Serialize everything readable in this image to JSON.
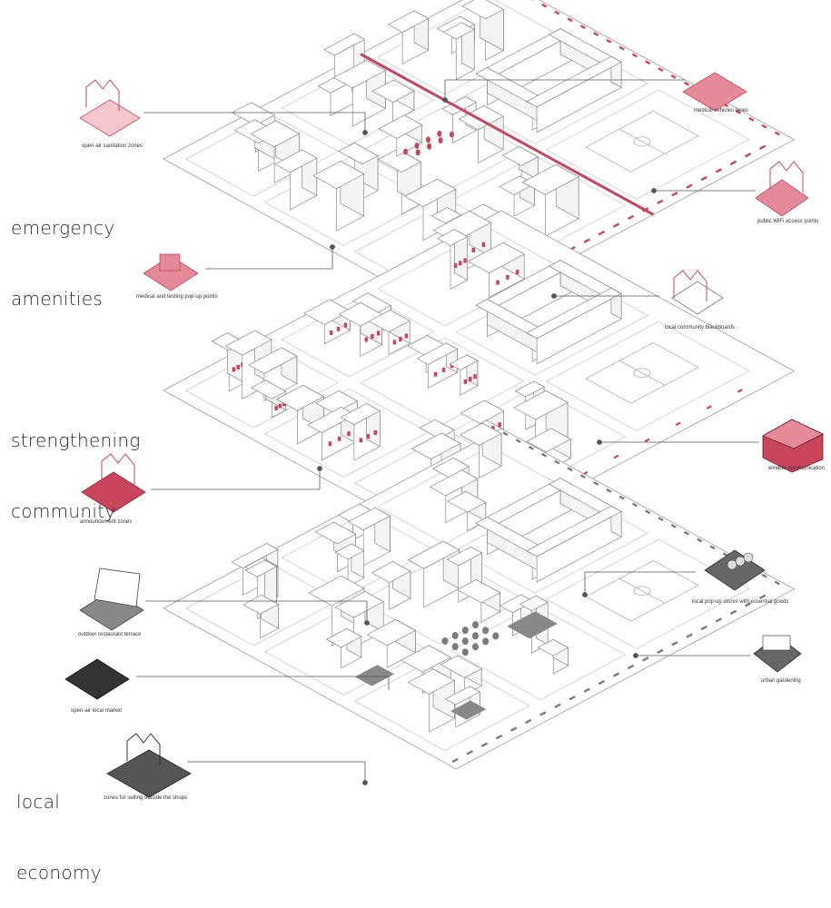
{
  "colors": {
    "accent": "#c9455b",
    "accent_light": "#e58a99",
    "gray": "#7a7a7a",
    "dark": "#444444",
    "line": "#555555"
  },
  "layers": [
    {
      "id": "emergency",
      "title_line1": "emergency",
      "title_line2": "amenities"
    },
    {
      "id": "community",
      "title_line1": "strengthening",
      "title_line2": "community"
    },
    {
      "id": "economy",
      "title_line1": "local",
      "title_line2": "economy"
    }
  ],
  "callouts": {
    "sanitation": "open-air sanitation zones",
    "medical_lanes": "medical vehicles lanes",
    "wifi": "public WiFi access points",
    "testing": "medical and testing pop-up points",
    "blackboards": "local community blackboards",
    "window": "window communication",
    "announcement": "announcement zones",
    "restaurant": "outdoor restaurant terrace",
    "popup_stores": "local pop-up stores with essential goods",
    "gardening": "urban gardening",
    "market": "open-air local market",
    "selling_zones": "zones for selling outside the shops"
  }
}
